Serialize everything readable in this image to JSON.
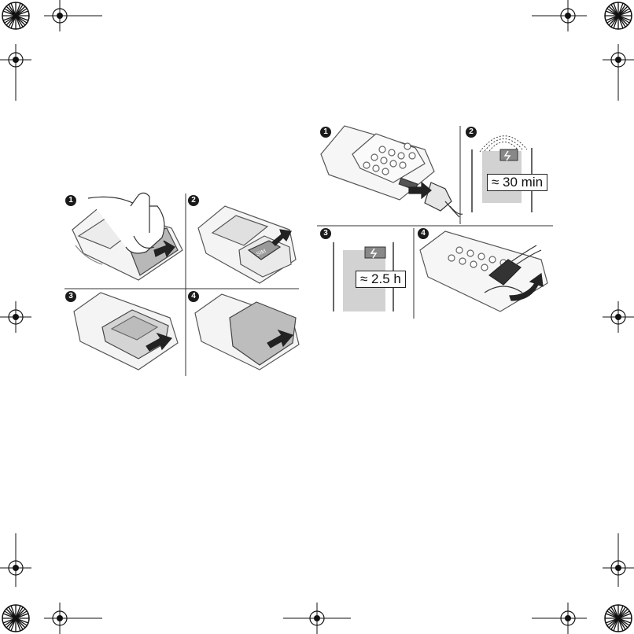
{
  "left_panel": {
    "steps": [
      "1",
      "2",
      "3",
      "4"
    ],
    "sim_label": "SIM"
  },
  "right_panel": {
    "steps": [
      "1",
      "2",
      "3",
      "4"
    ],
    "charge_time_short": "≈ 30 min",
    "charge_time_full": "≈ 2.5 h"
  },
  "colors": {
    "line": "#333333",
    "panel_gray": "#d2d2d2",
    "badge": "#1a1a1a"
  }
}
